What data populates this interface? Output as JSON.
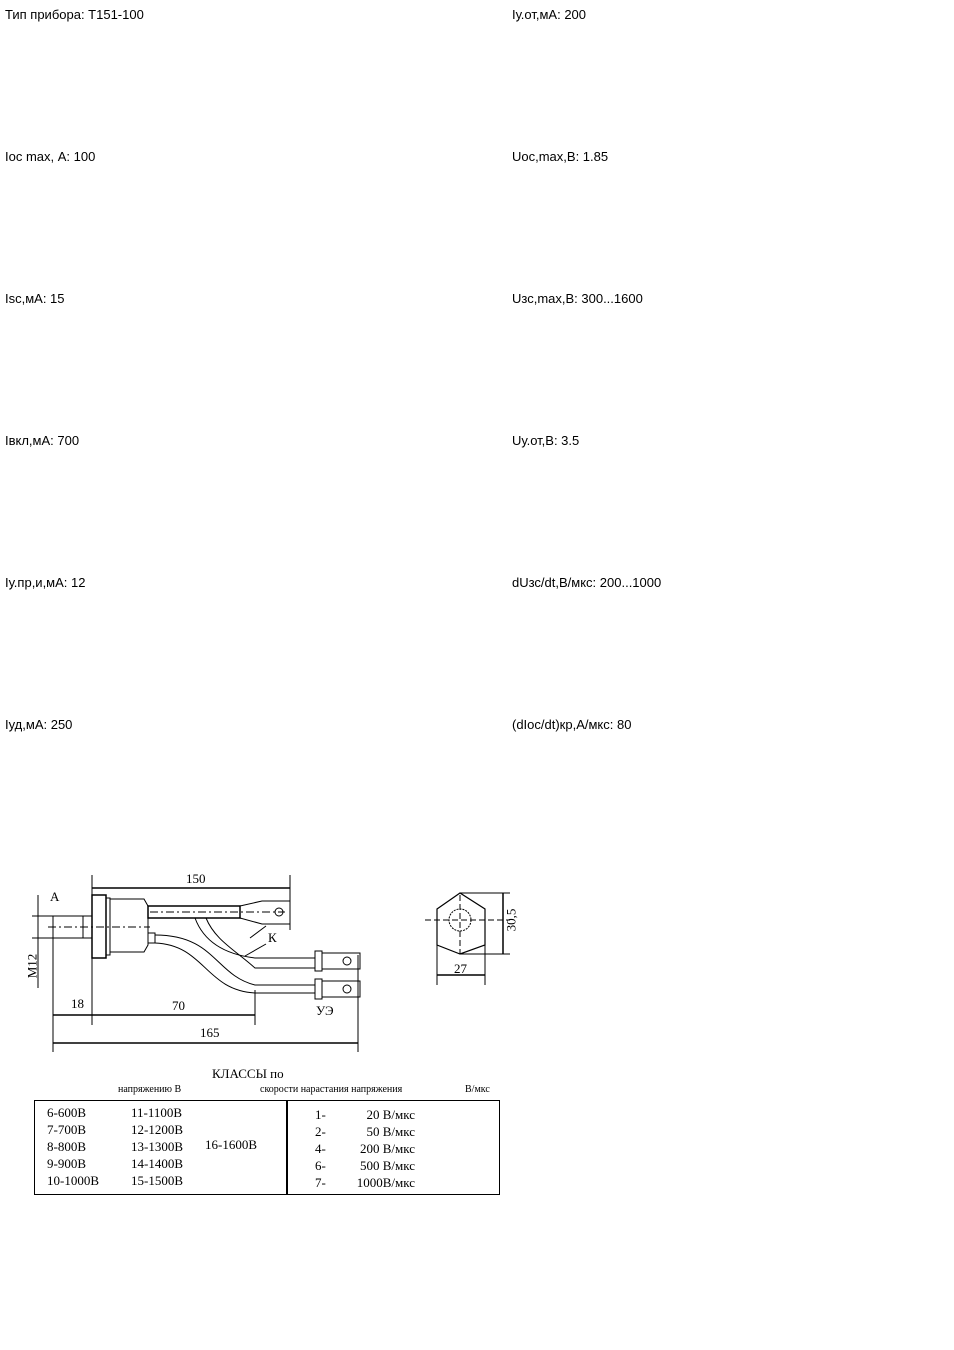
{
  "params_left": [
    {
      "label": "Тип прибора",
      "value": "Т151-100"
    },
    {
      "label": "Iос max, А",
      "value": "100"
    },
    {
      "label": "Isc,мА",
      "value": "15"
    },
    {
      "label": "Iвкл,мА",
      "value": "700"
    },
    {
      "label": "Iу.пр,и,мА",
      "value": "12"
    },
    {
      "label": "Iуд,мА",
      "value": "250"
    }
  ],
  "params_right": [
    {
      "label": "Iу.от,мА",
      "value": "200"
    },
    {
      "label": "Uос,max,В",
      "value": "1.85"
    },
    {
      "label": "Uзс,max,В",
      "value": "300...1600"
    },
    {
      "label": "Uу.от,В",
      "value": "3.5"
    },
    {
      "label": "dUзс/dt,В/мкс",
      "value": "200...1000"
    },
    {
      "label": "(dIос/dt)кр,А/мкс",
      "value": "80"
    }
  ],
  "texts": {
    "left": [
      "Тип прибора: Т151-100",
      "Iос max, А: 100",
      "Isc,мА: 15",
      "Iвкл,мА: 700",
      "Iу.пр,и,мА: 12",
      "Iуд,мА: 250"
    ],
    "right": [
      "Iу.от,мА: 200",
      "Uос,max,В: 1.85",
      "Uзс,max,В: 300...1600",
      "Uу.от,В: 3.5",
      "dUзс/dt,В/мкс: 200...1000",
      "(dIос/dt)кр,А/мкс: 80"
    ]
  },
  "drawing": {
    "dim_150": "150",
    "dim_18": "18",
    "dim_70": "70",
    "dim_165": "165",
    "thread": "М12",
    "label_a": "А",
    "label_k": "К",
    "label_ue": "УЭ",
    "dim_30_5": "30,5",
    "dim_27": "27"
  },
  "classes": {
    "title": "КЛАССЫ по",
    "voltage_header": "напряжению В",
    "rate_header": "скорости нарастания напряжения",
    "rate_unit": "В/мкс",
    "col1": [
      "6-600В",
      "7-700В",
      "8-800В",
      "9-900В",
      "10-1000В"
    ],
    "col2": [
      "11-1100В",
      "12-1200В",
      "13-1300В",
      "14-1400В",
      "15-1500В"
    ],
    "col3": "16-1600В",
    "rate_codes": [
      "1-",
      "2-",
      "4-",
      "6-",
      "7-"
    ],
    "rate_values": [
      "20 В/мкс",
      "50 В/мкс",
      "200 В/мкс",
      "500 В/мкс",
      "1000В/мкс"
    ]
  }
}
